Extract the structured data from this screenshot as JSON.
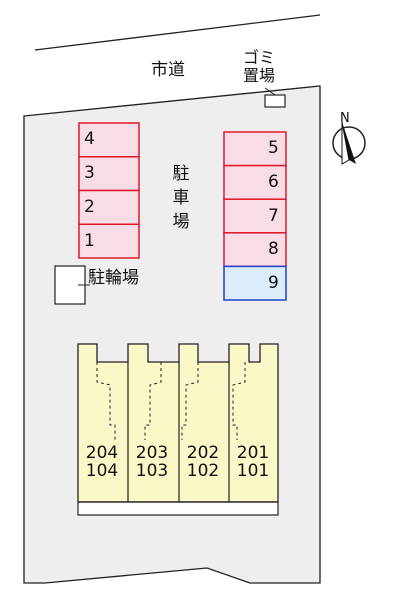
{
  "road_label": "市道",
  "garbage_label_line1": "ゴミ",
  "garbage_label_line2": "置場",
  "parking_label_chars": [
    "駐",
    "車",
    "場"
  ],
  "bike_parking_label": "駐輪場",
  "parking_left": [
    "4",
    "3",
    "2",
    "1"
  ],
  "parking_right": [
    "5",
    "6",
    "7",
    "8",
    "9"
  ],
  "units": [
    {
      "upper": "204",
      "lower": "104"
    },
    {
      "upper": "203",
      "lower": "103"
    },
    {
      "upper": "202",
      "lower": "102"
    },
    {
      "upper": "201",
      "lower": "101"
    }
  ],
  "compass_label": "N",
  "colors": {
    "lot": "#eeeeee",
    "parking_fill": "#f8dde6",
    "parking_border": "#e0182b",
    "highlight_fill": "#dcecfb",
    "highlight_border": "#1b44c9",
    "building_fill": "#fbf8c8"
  }
}
